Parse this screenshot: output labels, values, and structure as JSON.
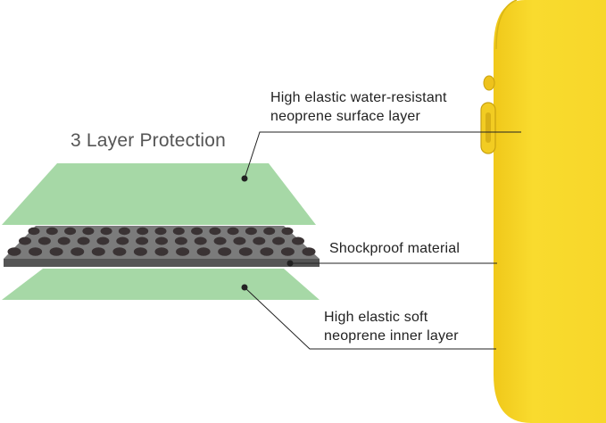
{
  "title": "3 Layer Protection",
  "layers": [
    {
      "name": "outer",
      "label_lines": [
        "High elastic water-resistant",
        "neoprene surface layer"
      ],
      "color": "#a6d8a6"
    },
    {
      "name": "middle",
      "label_lines": [
        "Shockproof material"
      ],
      "color": "#5a5a5a"
    },
    {
      "name": "inner",
      "label_lines": [
        "High elastic soft",
        "neoprene inner layer"
      ],
      "color": "#a6d8a6"
    }
  ],
  "colors": {
    "sleeve": "#f7d72a",
    "dot": "#3a3334",
    "leader_line": "#222222"
  }
}
